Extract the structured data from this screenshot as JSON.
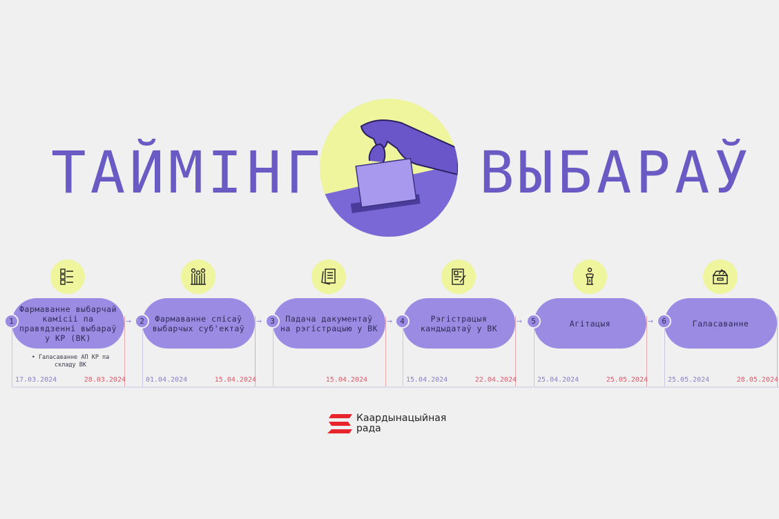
{
  "title": {
    "left": "ТАЙМІНГ",
    "right": "ВЫБАРАЎ"
  },
  "colors": {
    "accent": "#6a5bc4",
    "pill": "#9b8be3",
    "icon_bg": "#eef59c",
    "end_date": "#e0566a",
    "start_date": "#8a80c8",
    "logo_red": "#e8252c"
  },
  "steps": [
    {
      "num": "1",
      "label": "Фармаванне выбарчай камісіі па правядзенні выбараў у КР (ВК)",
      "icon": "checklist-icon",
      "note": "• Галасаванне АП КР па складу ВК",
      "start": "17.03.2024",
      "end": "28.03.2024"
    },
    {
      "num": "2",
      "label": "Фармаванне спісаў выбарчых суб'ектаў",
      "icon": "people-icon",
      "start": "01.04.2024",
      "end": "15.04.2024"
    },
    {
      "num": "3",
      "label": "Падача дакументаў на рэгістрацыю у ВК",
      "icon": "documents-icon",
      "start": "",
      "end": "15.04.2024"
    },
    {
      "num": "4",
      "label": "Рэгістрацыя кандыдатаў у ВК",
      "icon": "signed-form-icon",
      "start": "15.04.2024",
      "end": "22.04.2024"
    },
    {
      "num": "5",
      "label": "Агітацыя",
      "icon": "podium-icon",
      "start": "25.04.2024",
      "end": "25.05.2024"
    },
    {
      "num": "6",
      "label": "Галасаванне",
      "icon": "ballot-box-icon",
      "start": "25.05.2024",
      "end": "28.05.2024"
    }
  ],
  "logo": {
    "line1": "Каардынацыйная",
    "line2": "рада"
  }
}
